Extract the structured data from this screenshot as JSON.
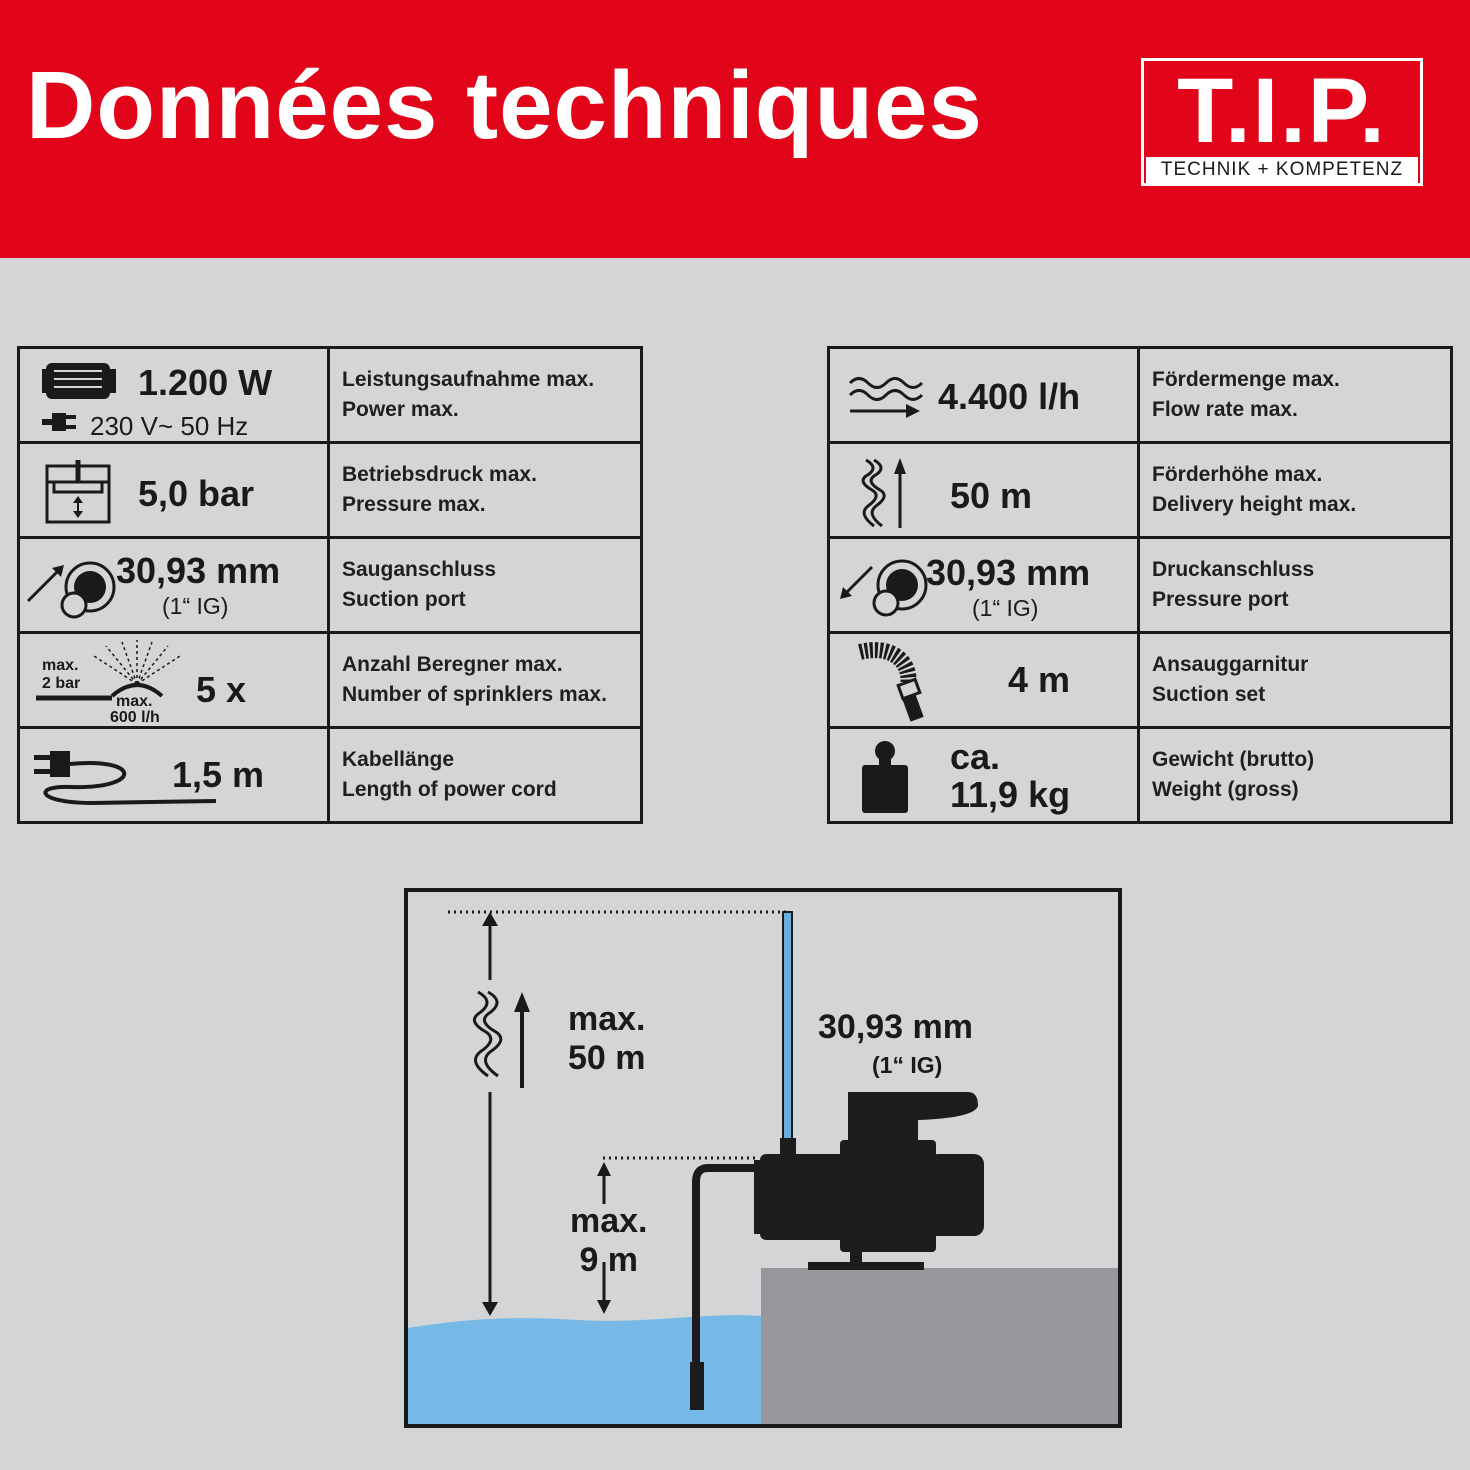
{
  "header": {
    "title": "Données techniques",
    "logo_text": "T.I.P.",
    "logo_subtitle": "TECHNIK  +  KOMPETENZ",
    "background": "#e2051a"
  },
  "left_table": [
    {
      "icon": "motor-icon",
      "value": "1.200 W",
      "sub_value": "230 V~   50 Hz",
      "label_de": "Leistungsaufnahme max.",
      "label_en": "Power max."
    },
    {
      "icon": "pressure-gauge-icon",
      "value": "5,0 bar",
      "label_de": "Betriebsdruck max.",
      "label_en": "Pressure max."
    },
    {
      "icon": "suction-port-icon",
      "value": "30,93 mm",
      "sub_value": "(1“ IG)",
      "label_de": "Sauganschluss",
      "label_en": "Suction port"
    },
    {
      "icon": "sprinkler-icon",
      "icon_text": {
        "max": "max.",
        "bar": "2 bar",
        "max2": "max.",
        "flow": "600 l/h"
      },
      "value": "5 x",
      "label_de": "Anzahl Beregner max.",
      "label_en": "Number of sprinklers max."
    },
    {
      "icon": "power-cord-icon",
      "value": "1,5 m",
      "label_de": "Kabellänge",
      "label_en": "Length of power cord"
    }
  ],
  "right_table": [
    {
      "icon": "flow-rate-icon",
      "value": "4.400 l/h",
      "label_de": "Fördermenge max.",
      "label_en": "Flow rate max."
    },
    {
      "icon": "delivery-height-icon",
      "value": "50 m",
      "label_de": "Förderhöhe max.",
      "label_en": "Delivery height max."
    },
    {
      "icon": "pressure-port-icon",
      "value": "30,93 mm",
      "sub_value": "(1“ IG)",
      "label_de": "Druckanschluss",
      "label_en": "Pressure port"
    },
    {
      "icon": "suction-hose-icon",
      "value": "4 m",
      "label_de": "Ansauggarnitur",
      "label_en": "Suction set"
    },
    {
      "icon": "weight-icon",
      "value": "ca.",
      "sub_value": "11,9 kg",
      "label_de": "Gewicht (brutto)",
      "label_en": "Weight (gross)"
    }
  ],
  "diagram": {
    "delivery_label": "max.\n50 m",
    "suction_label": "max.\n9 m",
    "port_size": "30,93 mm",
    "port_thread": "(1“ IG)",
    "colors": {
      "water": "#76b9e6",
      "platform": "#96979a",
      "pipe": "#6aaede",
      "pump": "#1c1c1c"
    }
  }
}
